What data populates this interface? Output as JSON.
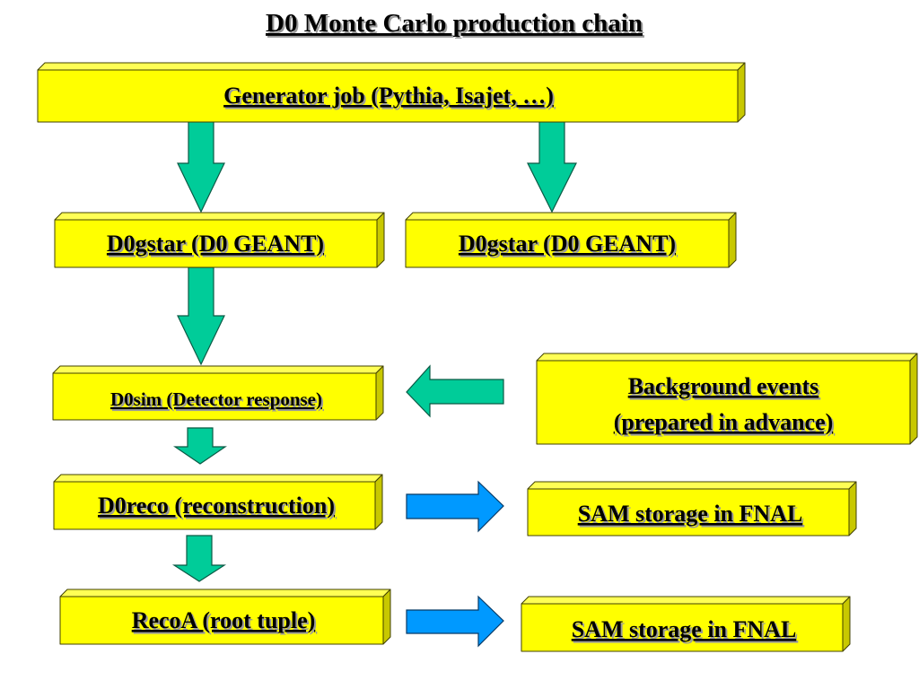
{
  "title": "D0 Monte Carlo production chain",
  "colors": {
    "box_face": "#ffff00",
    "box_top": "#ffff55",
    "box_side": "#c8c800",
    "box_edge": "#404000",
    "green_arrow": "#00cc99",
    "green_arrow_edge": "#0a5a45",
    "blue_arrow": "#0099ff",
    "blue_arrow_edge": "#063a66"
  },
  "boxes": {
    "generator": {
      "label": "Generator job (Pythia, Isajet, …)"
    },
    "d0gstar_left": {
      "label": "D0gstar (D0 GEANT)"
    },
    "d0gstar_right": {
      "label": "D0gstar (D0 GEANT)"
    },
    "d0sim": {
      "label": "D0sim (Detector response)"
    },
    "background": {
      "label_line1": "Background events",
      "label_line2": "(prepared in advance)"
    },
    "d0reco": {
      "label": "D0reco (reconstruction)"
    },
    "sam_storage_1": {
      "label": "SAM storage in FNAL"
    },
    "recoa": {
      "label": "RecoA (root tuple)"
    },
    "sam_storage_2": {
      "label": "SAM storage in FNAL"
    }
  },
  "arrows": [
    {
      "name": "arrow-generator-to-d0gstar-left",
      "direction": "down",
      "color": "green"
    },
    {
      "name": "arrow-generator-to-d0gstar-right",
      "direction": "down",
      "color": "green"
    },
    {
      "name": "arrow-d0gstar-to-d0sim",
      "direction": "down",
      "color": "green"
    },
    {
      "name": "arrow-background-to-d0sim",
      "direction": "left",
      "color": "green"
    },
    {
      "name": "arrow-d0sim-to-d0reco",
      "direction": "down",
      "color": "green"
    },
    {
      "name": "arrow-d0reco-to-sam",
      "direction": "right",
      "color": "blue"
    },
    {
      "name": "arrow-d0reco-to-recoa",
      "direction": "down",
      "color": "green"
    },
    {
      "name": "arrow-recoa-to-sam",
      "direction": "right",
      "color": "blue"
    }
  ]
}
